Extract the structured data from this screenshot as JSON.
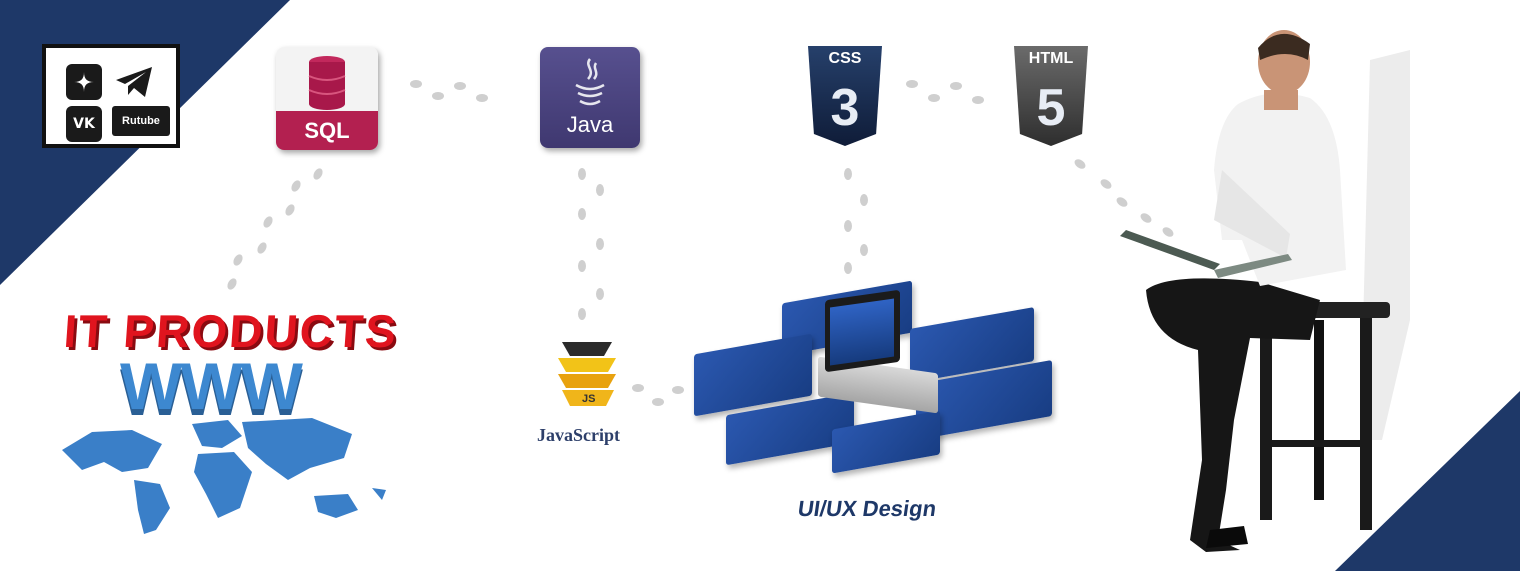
{
  "social": {
    "rutube_label": "Rutube",
    "icons": [
      "dzen-icon",
      "telegram-icon",
      "vk-icon",
      "rutube-icon"
    ]
  },
  "skills": {
    "sql": "SQL",
    "java": "Java",
    "css_caption": "CSS",
    "css_number": "3",
    "html_caption": "HTML",
    "html_number": "5",
    "javascript": "JavaScript"
  },
  "banner": {
    "it_products": "IT PRODUCTS",
    "www": "WWW",
    "uiux": "UI/UX Design"
  },
  "colors": {
    "navy": "#1e3868",
    "sql": "#b32050",
    "java": "#4a4380",
    "red_title": "#e0141e",
    "www_blue": "#3d88d0"
  }
}
